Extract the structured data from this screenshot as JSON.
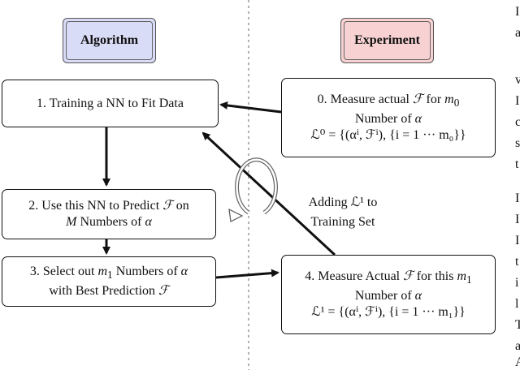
{
  "headers": {
    "algorithm": "Algorithm",
    "experiment": "Experiment"
  },
  "boxes": {
    "step1": {
      "line1": "1. Training a NN to Fit Data"
    },
    "step2": {
      "line1a": "2. Use this NN to Predict ",
      "line1b": "ℱ",
      "line1c": " on",
      "line2a": "M",
      "line2b": " Numbers of ",
      "line2c": "α"
    },
    "step3": {
      "line1a": "3. Select out ",
      "line1b": "m",
      "line1c": "1",
      "line1d": " Numbers of ",
      "line1e": "α",
      "line2a": "with Best Prediction ",
      "line2b": "ℱ"
    },
    "step0": {
      "line1a": "0. Measure actual ",
      "line1b": "ℱ",
      "line1c": " for ",
      "line1d": "m",
      "line1e": "0",
      "line2a": "Number of ",
      "line2b": "α",
      "line3": "ℒ⁰ = {(αⁱ, ℱⁱ), {i = 1 ··· m₀}}"
    },
    "step4": {
      "line1a": "4. Measure Actual ",
      "line1b": "ℱ",
      "line1c": " for this ",
      "line1d": "m",
      "line1e": "1",
      "line2a": "Number of ",
      "line2b": "α",
      "line3": "ℒ¹ = {(αⁱ, ℱⁱ), {i = 1 ··· m₁}}"
    }
  },
  "note": {
    "line1": "Adding ℒ¹ to",
    "line2": "Training Set"
  },
  "side_text": [
    "I",
    "a",
    "v",
    "I",
    "c",
    "s",
    "t",
    "I",
    "I",
    "I",
    "t",
    "i",
    "l",
    "T",
    "a",
    "A"
  ]
}
